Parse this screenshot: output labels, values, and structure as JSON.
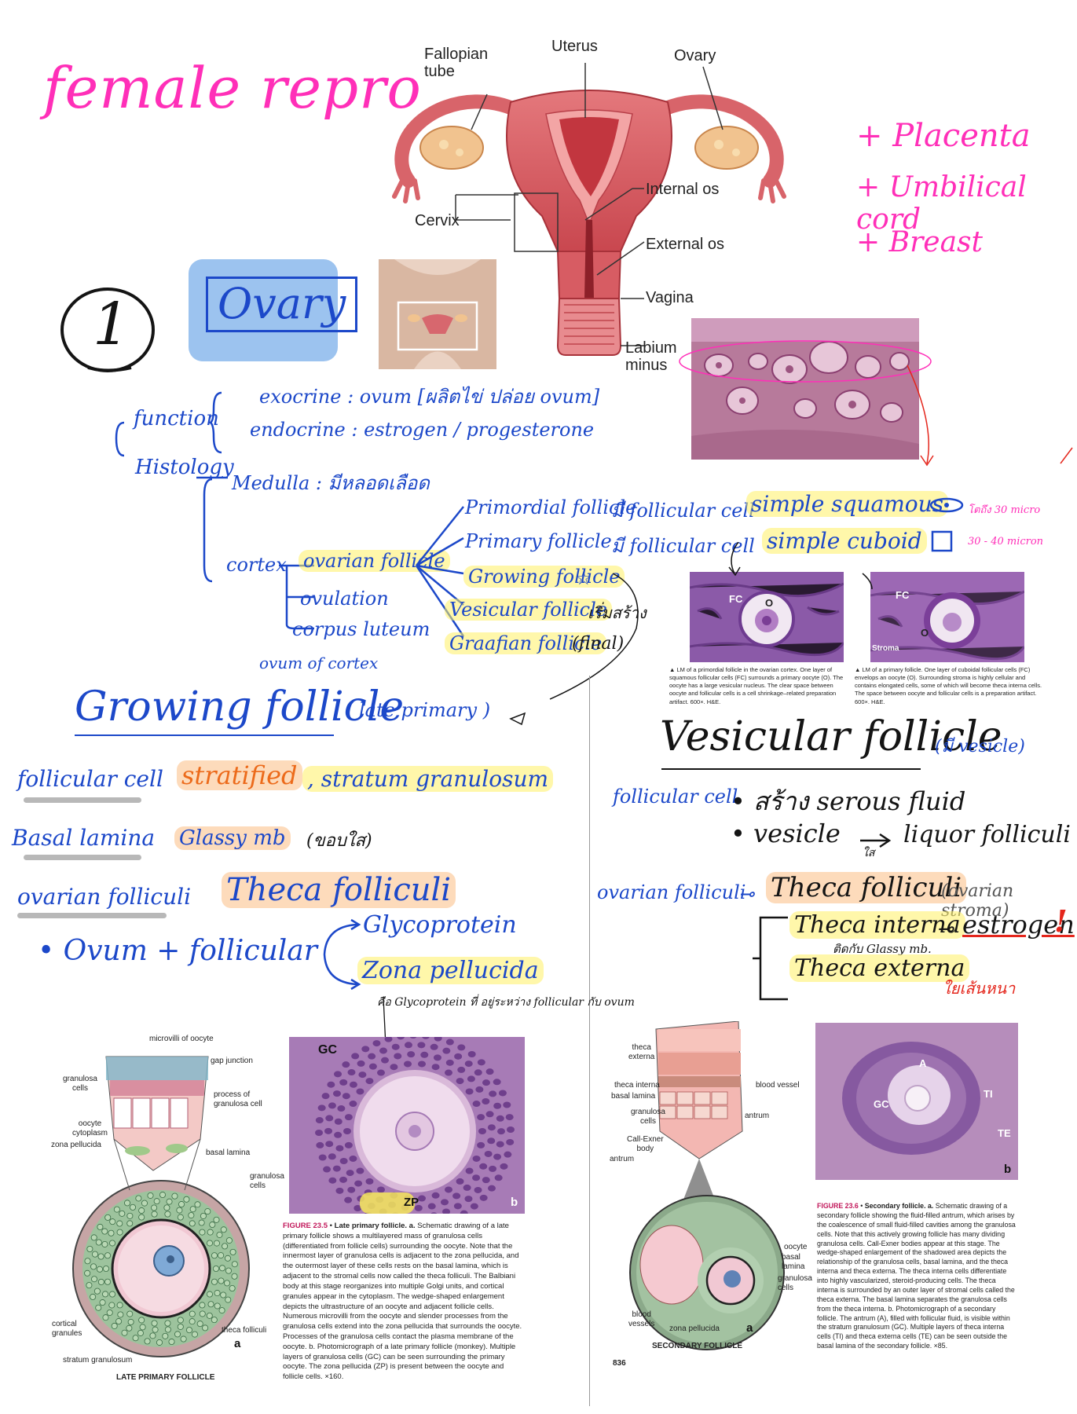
{
  "title": "female repro",
  "plus_items": [
    "+ Placenta",
    "+ Umbilical cord",
    "+ Breast"
  ],
  "anatomy": {
    "fallopian_tube": "Fallopian\ntube",
    "uterus": "Uterus",
    "ovary": "Ovary",
    "cervix": "Cervix",
    "internal_os": "Internal os",
    "external_os": "External os",
    "vagina": "Vagina",
    "labium_minus": "Labium\nminus"
  },
  "section_number": "1",
  "section_title": "Ovary",
  "function": {
    "label": "function",
    "exocrine": "exocrine  :  ovum [ผลิตไข่ ปล่อย ovum]",
    "endocrine": "endocrine  :  estrogen / progesterone"
  },
  "histology": {
    "label": "Histology",
    "medulla": "Medulla : มีหลอดเลือด",
    "cortex": "cortex",
    "cortex_items": [
      "ovarian follicle",
      "ovulation",
      "corpus luteum"
    ],
    "cortex_note": "ovum of cortex"
  },
  "follicle_stages": {
    "items": [
      "Primordial follicle",
      "Primary follicle",
      "Growing follicle",
      "Vesicular follicle",
      "Graafian follicle"
    ],
    "final": "(final)",
    "mature": "เริ่มสร้าง",
    "primordial_cell": "มี follicular cell",
    "primary_cell": "มี follicular cell",
    "simple_squamous": "simple squamous",
    "simple_cuboid": "simple cuboid",
    "size_small": "โตถึง 30 micro",
    "size_large": "30 - 40 micron"
  },
  "micrographs": {
    "primordial_caption": "▲ LM of a primordial follicle in the ovarian cortex. One layer of squamous follicular cells (FC) surrounds a primary oocyte (O). The oocyte has a large vesicular nucleus. The clear space between oocyte and follicular cells is a cell shrinkage–related preparation artifact. 600×. H&E.",
    "primary_caption": "▲ LM of a primary follicle. One layer of cuboidal follicular cells (FC) envelops an oocyte (O). Surrounding stroma is highly cellular and contains elongated cells, some of which will become theca interna cells. The space between oocyte and follicular cells is a preparation artifact. 600×. H&E.",
    "fc": "FC",
    "o": "O",
    "stroma": "Stroma"
  },
  "growing": {
    "title": "Growing follicle",
    "subtitle": "( late primary )",
    "rows": [
      {
        "label": "follicular cell",
        "value": "stratified",
        "extra": ", stratum granulosum"
      },
      {
        "label": "Basal lamina",
        "value": "Glassy mb",
        "extra": "(ขอบใส)"
      },
      {
        "label": "ovarian folliculi",
        "value": "Theca folliculi",
        "extra": ""
      }
    ],
    "ovum_row": "• Ovum + follicular",
    "glycoprotein": "Glycoprotein",
    "zona": "Zona pellucida",
    "zona_note": "คือ Glycoprotein ที่ อยู่ระหว่าง follicular กับ ovum"
  },
  "vesicular": {
    "title": "Vesicular follicle",
    "subtitle": "(มี vesicle)",
    "follicular_label": "follicular cell",
    "serous": "• สร้าง  serous fluid",
    "vesicle": "• vesicle",
    "vesicle_note": "ใส",
    "liquor": "liquor folliculi",
    "ovarian_label": "ovarian folliculi",
    "theca": "Theca folliculi",
    "theca_note": "(ovarian stroma)",
    "interna": "Theca interna",
    "interna_note": "ติดกับ Glassy mb.",
    "estrogen": "estrogen",
    "externa": "Theca externa",
    "externa_note": "ใยเส้นหนา"
  },
  "fig235": {
    "labels": {
      "microvilli": "microvilli of oocyte",
      "gap": "gap junction",
      "granulosa_cells": "granulosa\ncells",
      "process": "process of\ngranulosa cell",
      "oocyte_cytoplasm": "oocyte\ncytoplasm",
      "zona": "zona pellucida",
      "basal_lamina": "basal lamina",
      "granulosa_cells2": "granulosa\ncells",
      "cortical": "cortical\ngranules",
      "theca": "theca folliculi",
      "stratum": "stratum granulosum",
      "a": "a",
      "title": "LATE PRIMARY FOLLICLE"
    },
    "photo": {
      "gc": "GC",
      "zp": "ZP",
      "b": "b"
    },
    "figure_no": "FIGURE 23.5",
    "caption_head": "Late primary follicle. a.",
    "caption": "Schematic drawing of a late primary follicle shows a multilayered mass of granulosa cells (differentiated from follicle cells) surrounding the oocyte. Note that the innermost layer of granulosa cells is adjacent to the zona pellucida, and the outermost layer of these cells rests on the basal lamina, which is adjacent to the stromal cells now called the theca folliculi. The Balbiani body at this stage reorganizes into multiple Golgi units, and cortical granules appear in the cytoplasm. The wedge-shaped enlargement depicts the ultrastructure of an oocyte and adjacent follicle cells. Numerous microvilli from the oocyte and slender processes from the granulosa cells extend into the zona pellucida that surrounds the oocyte. Processes of the granulosa cells contact the plasma membrane of the oocyte. b. Photomicrograph of a late primary follicle (monkey). Multiple layers of granulosa cells (GC) can be seen surrounding the primary oocyte. The zona pellucida (ZP) is present between the oocyte and follicle cells. ×160."
  },
  "fig236": {
    "labels": {
      "theca_externa": "theca\nexterna",
      "theca_interna": "theca interna",
      "basal_lamina": "basal lamina",
      "granulosa": "granulosa\ncells",
      "callexner": "Call-Exner\nbody",
      "antrum": "antrum",
      "blood_vessel": "blood vessel",
      "antrum2": "antrum",
      "oocyte": "oocyte",
      "basal_lamina2": "basal\nlamina",
      "granulosa2": "granulosa\ncells",
      "blood_vessels": "blood\nvessels",
      "zona": "zona pellucida",
      "a": "a",
      "title": "SECONDARY FOLLICLE",
      "page": "836"
    },
    "photo": {
      "a": "A",
      "gc": "GC",
      "ti": "TI",
      "te": "TE",
      "b": "b"
    },
    "figure_no": "FIGURE 23.6",
    "caption_head": "Secondary follicle. a.",
    "caption": "Schematic drawing of a secondary follicle showing the fluid-filled antrum, which arises by the coalescence of small fluid-filled cavities among the granulosa cells. Note that this actively growing follicle has many dividing granulosa cells. Call-Exner bodies appear at this stage. The wedge-shaped enlargement of the shadowed area depicts the relationship of the granulosa cells, basal lamina, and the theca interna and theca externa. The theca interna cells differentiate into highly vascularized, steroid-producing cells. The theca interna is surrounded by an outer layer of stromal cells called the theca externa. The basal lamina separates the granulosa cells from the theca interna. b. Photomicrograph of a secondary follicle. The antrum (A), filled with follicular fluid, is visible within the stratum granulosum (GC). Multiple layers of theca interna cells (TI) and theca externa cells (TE) can be seen outside the basal lamina of the secondary follicle. ×85."
  }
}
